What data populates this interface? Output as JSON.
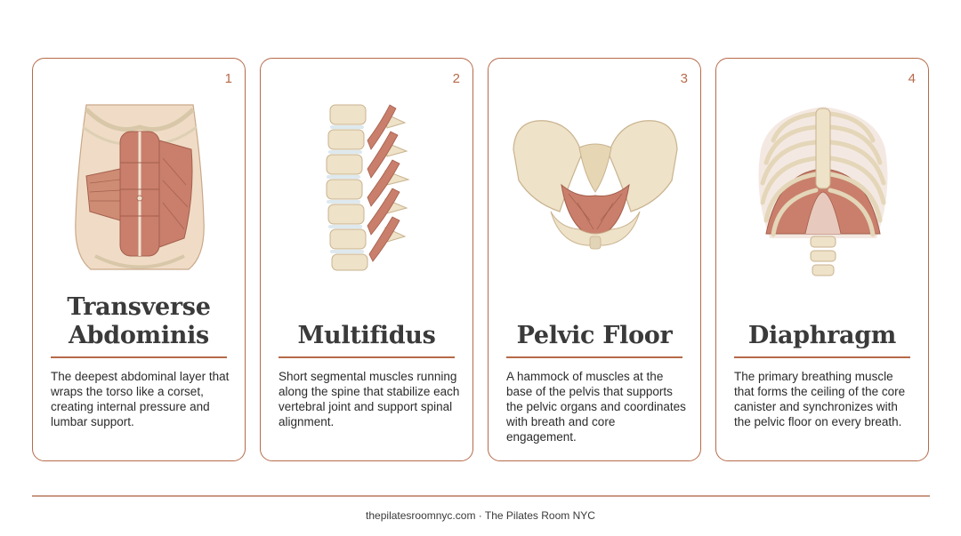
{
  "cards": [
    {
      "number": "1",
      "title_line1": "Transverse",
      "title_line2": "Abdominis",
      "description": "The deepest abdominal layer that wraps the torso like a corset, creating internal pressure and lumbar support."
    },
    {
      "number": "2",
      "title_line1": "Multifidus",
      "title_line2": "",
      "description": "Short segmental muscles running along the spine that stabilize each vertebral joint and support spinal alignment."
    },
    {
      "number": "3",
      "title_line1": "Pelvic Floor",
      "title_line2": "",
      "description": "A hammock of muscles at the base of the pelvis that supports the pelvic organs and coordinates with breath and core engagement."
    },
    {
      "number": "4",
      "title_line1": "Diaphragm",
      "title_line2": "",
      "description": "The primary breathing muscle that forms the ceiling of the core canister and synchronizes with the pelvic floor on every breath."
    }
  ],
  "footer": {
    "text": "thepilatesroomnyc.com · The Pilates Room NYC"
  },
  "colors": {
    "accent": "#b66a4a",
    "muscle": "#c97f6b",
    "bone": "#eee2c8",
    "text": "#2b2b2b"
  },
  "icons": [
    "transverse-abdominis-illustration",
    "multifidus-illustration",
    "pelvic-floor-illustration",
    "diaphragm-illustration"
  ]
}
